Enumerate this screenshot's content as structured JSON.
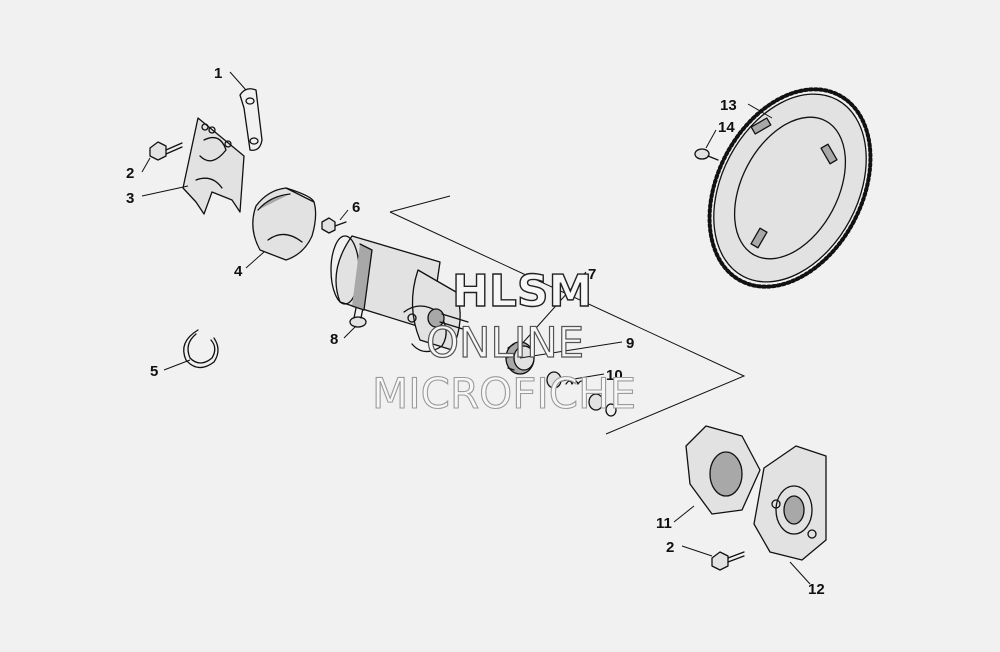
{
  "callouts": [
    {
      "id": "1",
      "text": "1"
    },
    {
      "id": "2a",
      "text": "2"
    },
    {
      "id": "3",
      "text": "3"
    },
    {
      "id": "4",
      "text": "4"
    },
    {
      "id": "5",
      "text": "5"
    },
    {
      "id": "6",
      "text": "6"
    },
    {
      "id": "7",
      "text": "7"
    },
    {
      "id": "8",
      "text": "8"
    },
    {
      "id": "9",
      "text": "9"
    },
    {
      "id": "10",
      "text": "10"
    },
    {
      "id": "11",
      "text": "11"
    },
    {
      "id": "2b",
      "text": "2"
    },
    {
      "id": "12",
      "text": "12"
    },
    {
      "id": "13",
      "text": "13"
    },
    {
      "id": "14",
      "text": "14"
    }
  ],
  "watermark": {
    "line1": "HLSM",
    "line2": "ONLINE",
    "line3": "MICROFICHE"
  },
  "colors": {
    "background": "#f1f1f1",
    "linework": "#111111",
    "shading": "#a8a8a8"
  }
}
